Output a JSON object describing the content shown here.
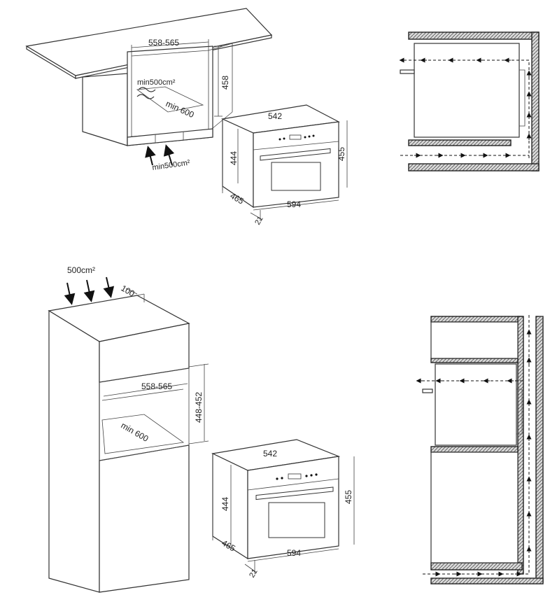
{
  "top_left": {
    "vent_top_label": "min500cm²",
    "vent_bottom_label": "min500cm²",
    "cabinet_width_label": "558-565",
    "cabinet_depth_label": "min 600",
    "cabinet_height_label": "458"
  },
  "top_oven": {
    "width_top_label": "542",
    "height_left_label": "444",
    "height_right_label": "455",
    "depth_label": "465",
    "width_bottom_label": "594",
    "offset_label": "21"
  },
  "bottom_left": {
    "vent_label": "500cm²",
    "gap_label": "100",
    "cabinet_width_label": "558-565",
    "cabinet_height_label": "448-452",
    "cabinet_depth_label": "min 600"
  },
  "bottom_oven": {
    "width_top_label": "542",
    "height_left_label": "444",
    "height_right_label": "455",
    "depth_label": "465",
    "width_bottom_label": "594",
    "offset_label": "21"
  }
}
